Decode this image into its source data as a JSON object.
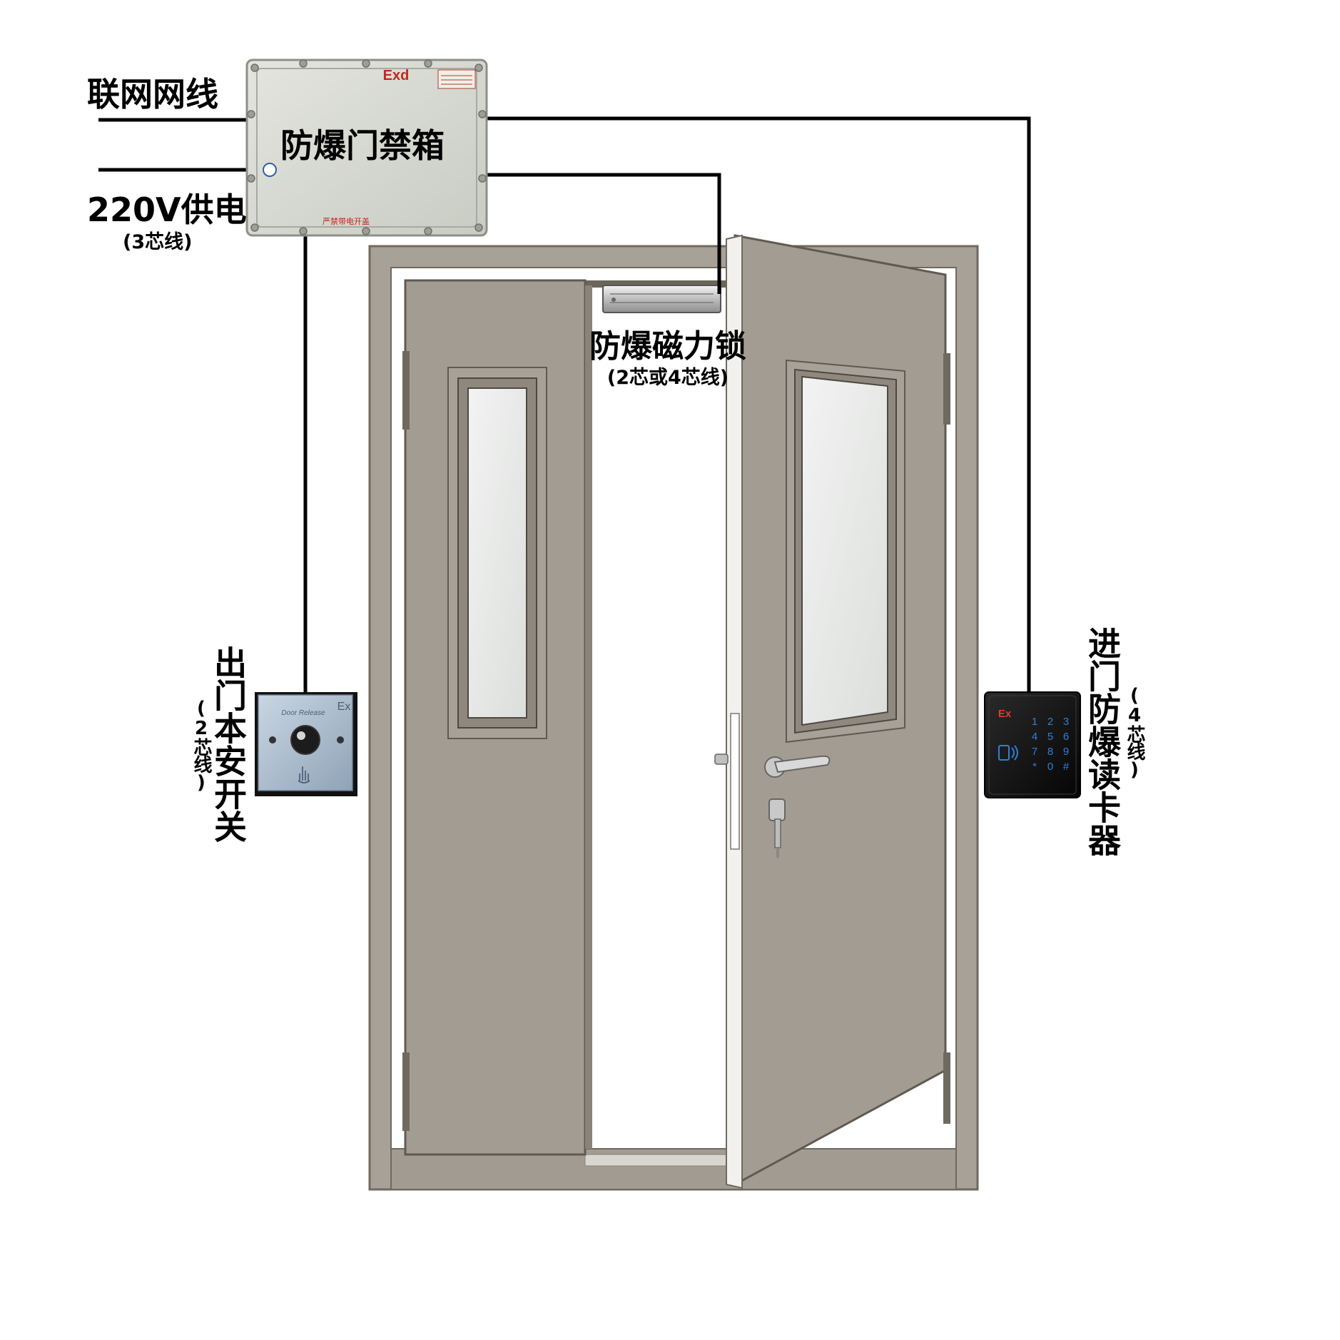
{
  "labels": {
    "network_line": "联网网线",
    "power_supply": "220V供电",
    "power_wire_spec": "(3芯线)",
    "control_box": "防爆门禁箱",
    "magnetic_lock": "防爆磁力锁",
    "magnetic_lock_wire_spec": "(2芯或4芯线)",
    "exit_switch": "出门本安开关",
    "exit_switch_wire_spec": "(2芯线)",
    "card_reader": "进门防爆读卡器",
    "card_reader_wire_spec": "(4芯线)"
  },
  "box": {
    "mark": "Exd",
    "warning": "严禁带电开盖"
  },
  "exit_button": {
    "mark": "Ex",
    "text": "Door Release"
  },
  "reader": {
    "mark": "Ex",
    "keys": [
      "1",
      "2",
      "3",
      "4",
      "5",
      "6",
      "7",
      "8",
      "9",
      "*",
      "0",
      "#"
    ]
  },
  "colors": {
    "wire": "#000000",
    "door": "#a39c92",
    "door_dark": "#8a8379",
    "frame": "#9b948a",
    "glass": "#e9eae8",
    "box": "#d9dbd3",
    "reader_body": "#151515",
    "key_glow": "#2f7fd8",
    "exd_red": "#c0281e"
  }
}
